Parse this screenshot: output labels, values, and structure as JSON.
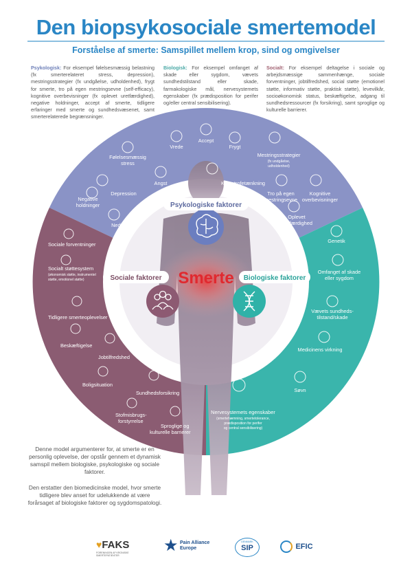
{
  "title": "Den biopsykosociale smertemodel",
  "subtitle": "Forståelse af smerte: Samspillet mellem krop, sind og omgivelser",
  "descriptions": {
    "psych_label": "Psykologisk:",
    "psych_text": "For eksempel følelsesmæssig belastning (fx smerterelateret stress, depression), mestringsstrategier (fx undgåelse, udholdenhed), frygt for smerte, tro på egen mestringsevne (self-efficacy), kognitive overbevisninger (fx oplevet uretfærdighed), negative holdninger, accept af smerte, tidligere erfaringer med smerte og sundhedsvæsenet, samt smerterelaterede begrænsninger.",
    "bio_label": "Biologisk:",
    "bio_text": "For eksempel omfanget af skade eller sygdom, vævets sundhedstilstand eller skade, farmakologiske mål, nervesystemets egenskaber (fx prædisposition for perifer og/eller central sensibilisering).",
    "social_label": "Socialt:",
    "social_text": "For eksempel deltagelse i sociale og arbejdsmæssige sammenhænge, sociale forventninger, jobtilfredshed, social støtte (emotionel støtte, informativ støtte, praktisk støtte), levevilkår, socioøkonomisk status, beskæftigelse, adgang til sundhedsressourcer (fx forsikring), samt sproglige og kulturelle barrierer."
  },
  "center": {
    "smerte": "Smerte",
    "psych_factor": "Psykologiske faktorer",
    "social_factor": "Sociale faktorer",
    "bio_factor": "Biologiske faktorer"
  },
  "psych_items": {
    "accept": "Accept",
    "vrede": "Vrede",
    "frygt": "Frygt",
    "folelse": "Følelsesmæssig",
    "folelse2": "stress",
    "mestring": "Mestringsstrategier",
    "mestring_sub1": "(fx undgåelse,",
    "mestring_sub2": "udholdenhed)",
    "angst": "Angst",
    "katastrofe": "Katastrofetænkning",
    "depression": "Depression",
    "tro1": "Tro på egen",
    "tro2": "mestringsevne",
    "kognitive1": "Kognitive",
    "kognitive2": "overbevisninger",
    "negative1": "Negative",
    "negative2": "holdninger",
    "oplevet1": "Oplevet",
    "oplevet2": "uretfærdighed",
    "nedtrykthed": "Nedtrykthed"
  },
  "social_items": {
    "forventninger": "Sociale forventninger",
    "stotte": "Socialt støttesystem",
    "stotte_sub1": "(økonomisk støtte, instrumentel",
    "stotte_sub2": "støtte, emotionel støtte)",
    "tidligere": "Tidligere smerteoplevelser",
    "beskaeftigelse": "Beskæftigelse",
    "jobtilfredshed": "Jobtilfredshed",
    "bolig": "Boligsituation",
    "sundhed": "Sundhedsforsikring",
    "stof1": "Stofmisbrugs-",
    "stof2": "forstyrrelse",
    "sprog1": "Sproglige og",
    "sprog2": "kulturelle barrierer"
  },
  "bio_items": {
    "genetik": "Genetik",
    "omfang1": "Omfanget af skade",
    "omfang2": "eller sygdom",
    "vaev1": "Vævets sundheds-",
    "vaev2": "tilstand/skade",
    "medicin": "Medicinens virkning",
    "sovn": "Søvn",
    "nerve": "Nervesystemets egenskaber",
    "nerve_sub1": "(smertehæmning, smertetolerance,",
    "nerve_sub2": "prædisposition for perifer",
    "nerve_sub3": "og central sensibilisering)"
  },
  "bottom": {
    "p1": "Denne model argumenterer for, at smerte er en personlig oplevelse, der opstår gennem et dynamisk samspil mellem biologiske, psykologiske og sociale faktorer.",
    "p2": "Den erstatter den biomedicinske model, hvor smerte tidligere blev anset for udelukkende at være forårsaget af biologiske faktorer og sygdomspatologi."
  },
  "logos": {
    "faks": "FAKS",
    "faks_sub": "FORENINGEN AF KRONISKE SMERTEPATIENTER",
    "pae1": "Pain Alliance",
    "pae2": "Europe",
    "sip": "SIP",
    "sip_top": "DENMARK",
    "efic": "EFIC"
  },
  "colors": {
    "psych": "#8a93c6",
    "social": "#8b5c72",
    "bio": "#3ab5ac",
    "title": "#2a86c5",
    "smerte": "#e0292f"
  }
}
